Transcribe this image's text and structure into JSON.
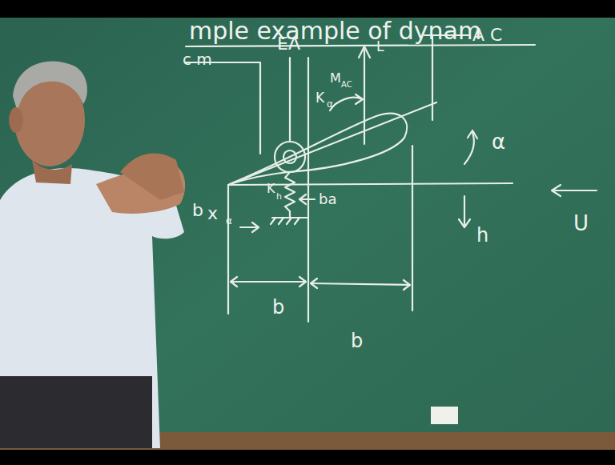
{
  "diagram": {
    "labels": [
      "mple example of dynam",
      "EA",
      "A C",
      "c m",
      "K",
      "α",
      "L",
      "M",
      "AC",
      "α",
      "h",
      "U",
      "K",
      "h",
      "ba",
      "b",
      "x",
      "α",
      "b",
      "b"
    ]
  }
}
